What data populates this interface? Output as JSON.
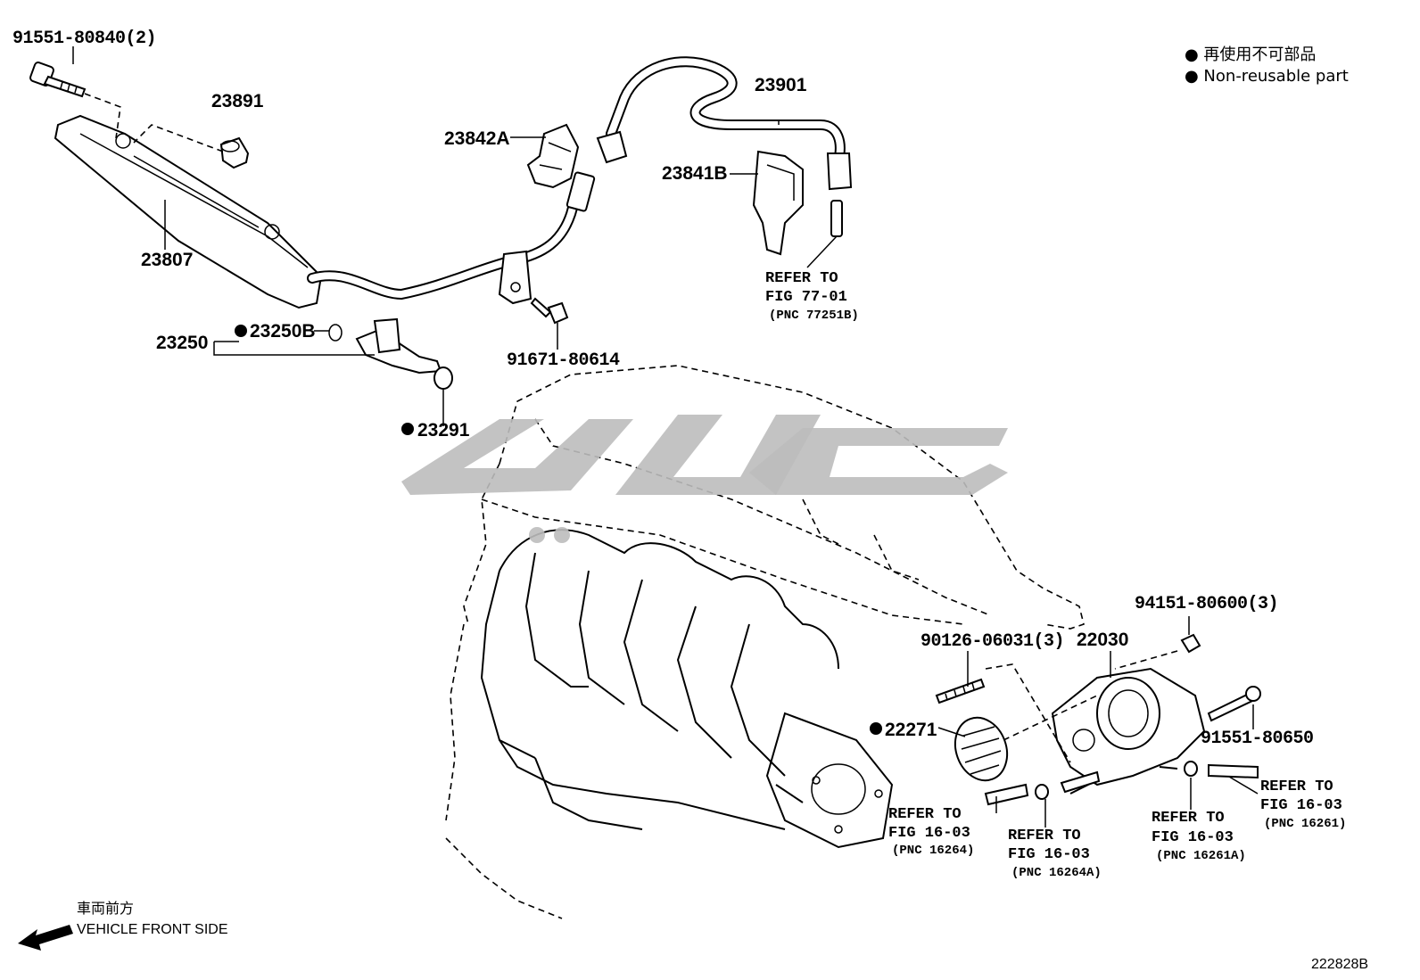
{
  "legend": {
    "line1": "● 再使用不可部品",
    "line2": "● Non-reusable part"
  },
  "parts": {
    "p1": "91551-80840(2)",
    "p2": "23891",
    "p3": "23807",
    "p4": "23842A",
    "p5": "23901",
    "p6": "23841B",
    "p7": "23250",
    "p8": "23250B",
    "p9": "23291",
    "p10": "91671-80614",
    "p11": "94151-80600(3)",
    "p12": "90126-06031(3)",
    "p13": "22030",
    "p14": "22271",
    "p15": "91551-80650"
  },
  "refs": {
    "r1": [
      "REFER TO",
      "FIG 77-01",
      "(PNC 77251B)"
    ],
    "r2": [
      "REFER TO",
      "FIG 16-03",
      "(PNC 16264)"
    ],
    "r3": [
      "REFER TO",
      "FIG 16-03",
      "(PNC 16264A)"
    ],
    "r4": [
      "REFER TO",
      "FIG 16-03",
      "(PNC 16261A)"
    ],
    "r5": [
      "REFER TO",
      "FIG 16-03",
      "(PNC 16261)"
    ]
  },
  "direction": {
    "jp": "車両前方",
    "en": "VEHICLE FRONT SIDE"
  },
  "figure_id": "222828B"
}
